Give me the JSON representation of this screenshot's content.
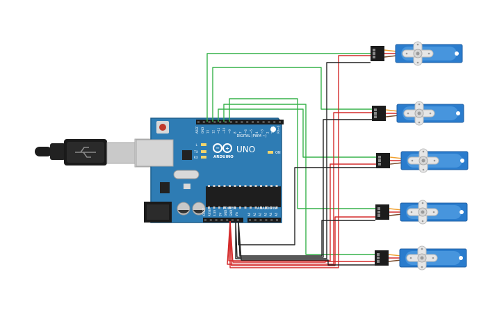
{
  "board": {
    "brand": "ARDUINO",
    "model": "UNO",
    "on_label": "ON",
    "digital_header": "DIGITAL (PWM ~)",
    "power_label": "POWER",
    "analog_label": "ANALOG IN",
    "tx_label": "TX",
    "rx_label": "RX",
    "l_label": "L",
    "digital_pins": [
      "AREF",
      "GND",
      "13",
      "12",
      "~11",
      "~10",
      "~9",
      "8",
      "7",
      "~6",
      "~5",
      "4",
      "~3",
      "2",
      "TX→1",
      "RX←0"
    ],
    "power_pins": [
      "IOREF",
      "RESET",
      "3.3V",
      "5V",
      "GND",
      "GND",
      "Vin"
    ],
    "analog_pins": [
      "A0",
      "A1",
      "A2",
      "A3",
      "A4",
      "A5"
    ]
  },
  "servos": [
    {
      "id": "servo-1"
    },
    {
      "id": "servo-2"
    },
    {
      "id": "servo-3"
    },
    {
      "id": "servo-4"
    },
    {
      "id": "servo-5"
    }
  ],
  "colors": {
    "board": "#2e7cb4",
    "board_dark": "#1f5e8c",
    "servo": "#2a7ccd",
    "servo_dark": "#1d5ea3",
    "wire_signal": "#36b24a",
    "wire_power": "#d42a2a",
    "wire_ground": "#222222",
    "cable": "#1c1c1c"
  }
}
